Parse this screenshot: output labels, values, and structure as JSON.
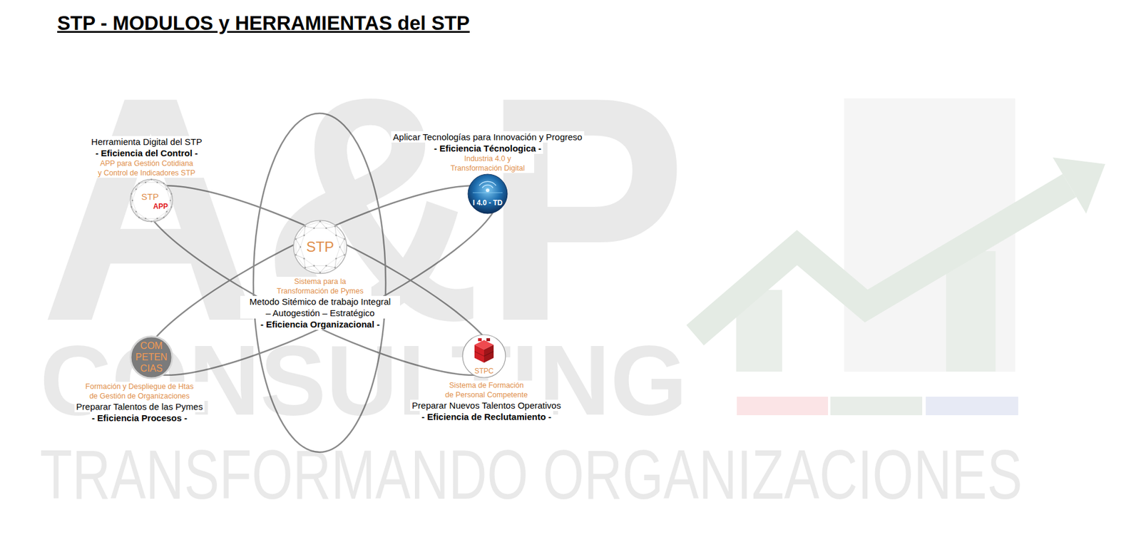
{
  "diagram": {
    "title": "STP - MODULOS y HERRAMIENTAS del STP",
    "nodes": [
      {
        "text": [
          "Herramienta Digital del STP",
          "- Eficiencia del Control -",
          "APP para Gestión Cotidiana y Control de Indicadores STP",
          "STP",
          "APP"
        ]
      },
      {
        "text": [
          "Aplicar Tecnologías para Innovación y Progreso",
          "- Eficiencia Técnologica -",
          "Industria 4.0 y Transformación Digital",
          "I 4.0 - TD"
        ]
      },
      {
        "text": [
          "STP",
          "Sistema para la Transformación de Pymes",
          "Metodo Sitémico de trabajo Integral – Autogestión – Estratégico",
          "- Eficiencia Organizacional -"
        ]
      },
      {
        "text": [
          "COM PETEN CIAS",
          "Formación y Despliegue de Htas de Gestión de Organizaciones",
          "Preparar Talentos de las Pymes",
          "- Eficiencia Procesos -"
        ]
      },
      {
        "text": [
          "STPC",
          "Sistema de Formación de Personal Competente",
          "Preparar Nuevos Talentos Operativos",
          "- Eficiencia de Reclutamiento -"
        ]
      }
    ],
    "labels": [
      "A&P",
      "CONSULTING",
      "TRANSFORMANDO ORGANIZACIONES"
    ]
  }
}
